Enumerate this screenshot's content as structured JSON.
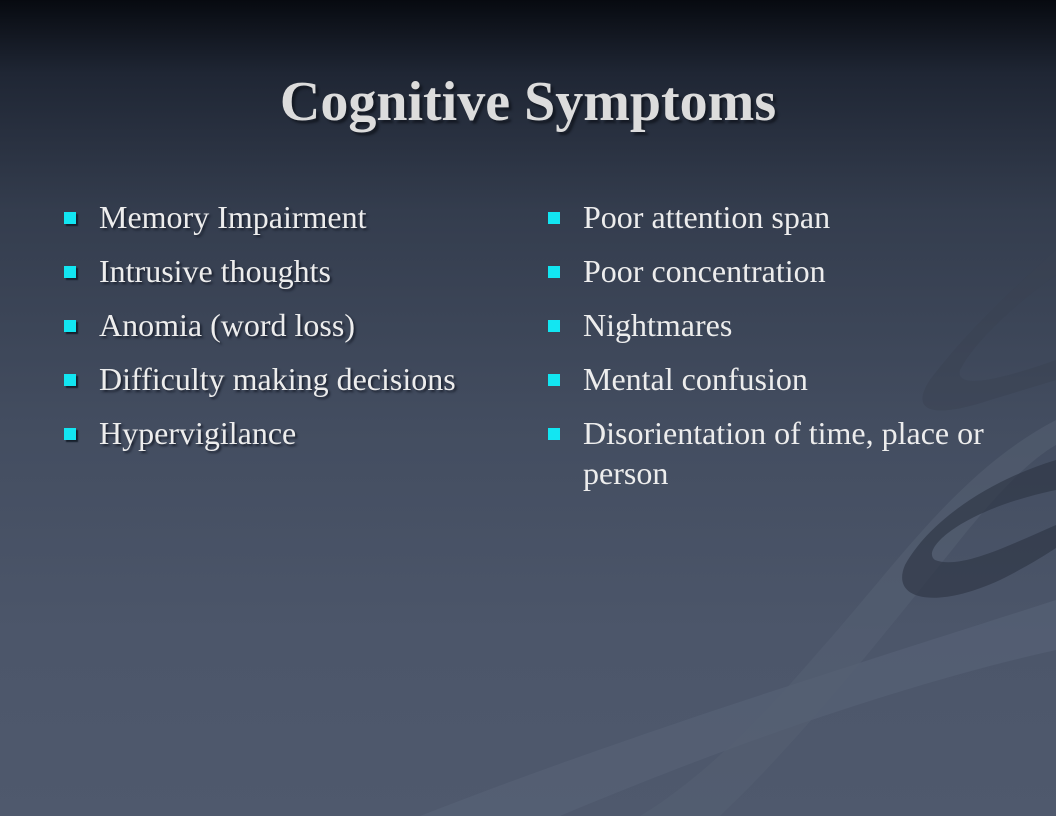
{
  "slide": {
    "title": "Cognitive Symptoms",
    "bullet_color": "#12e6f2",
    "left_column": [
      "Memory Impairment",
      "Intrusive thoughts",
      "Anomia (word loss)",
      "Difficulty making decisions",
      "Hypervigilance"
    ],
    "right_column": [
      "Poor attention span",
      "Poor concentration",
      "Nightmares",
      "Mental confusion",
      "Disorientation of time, place or person"
    ]
  }
}
